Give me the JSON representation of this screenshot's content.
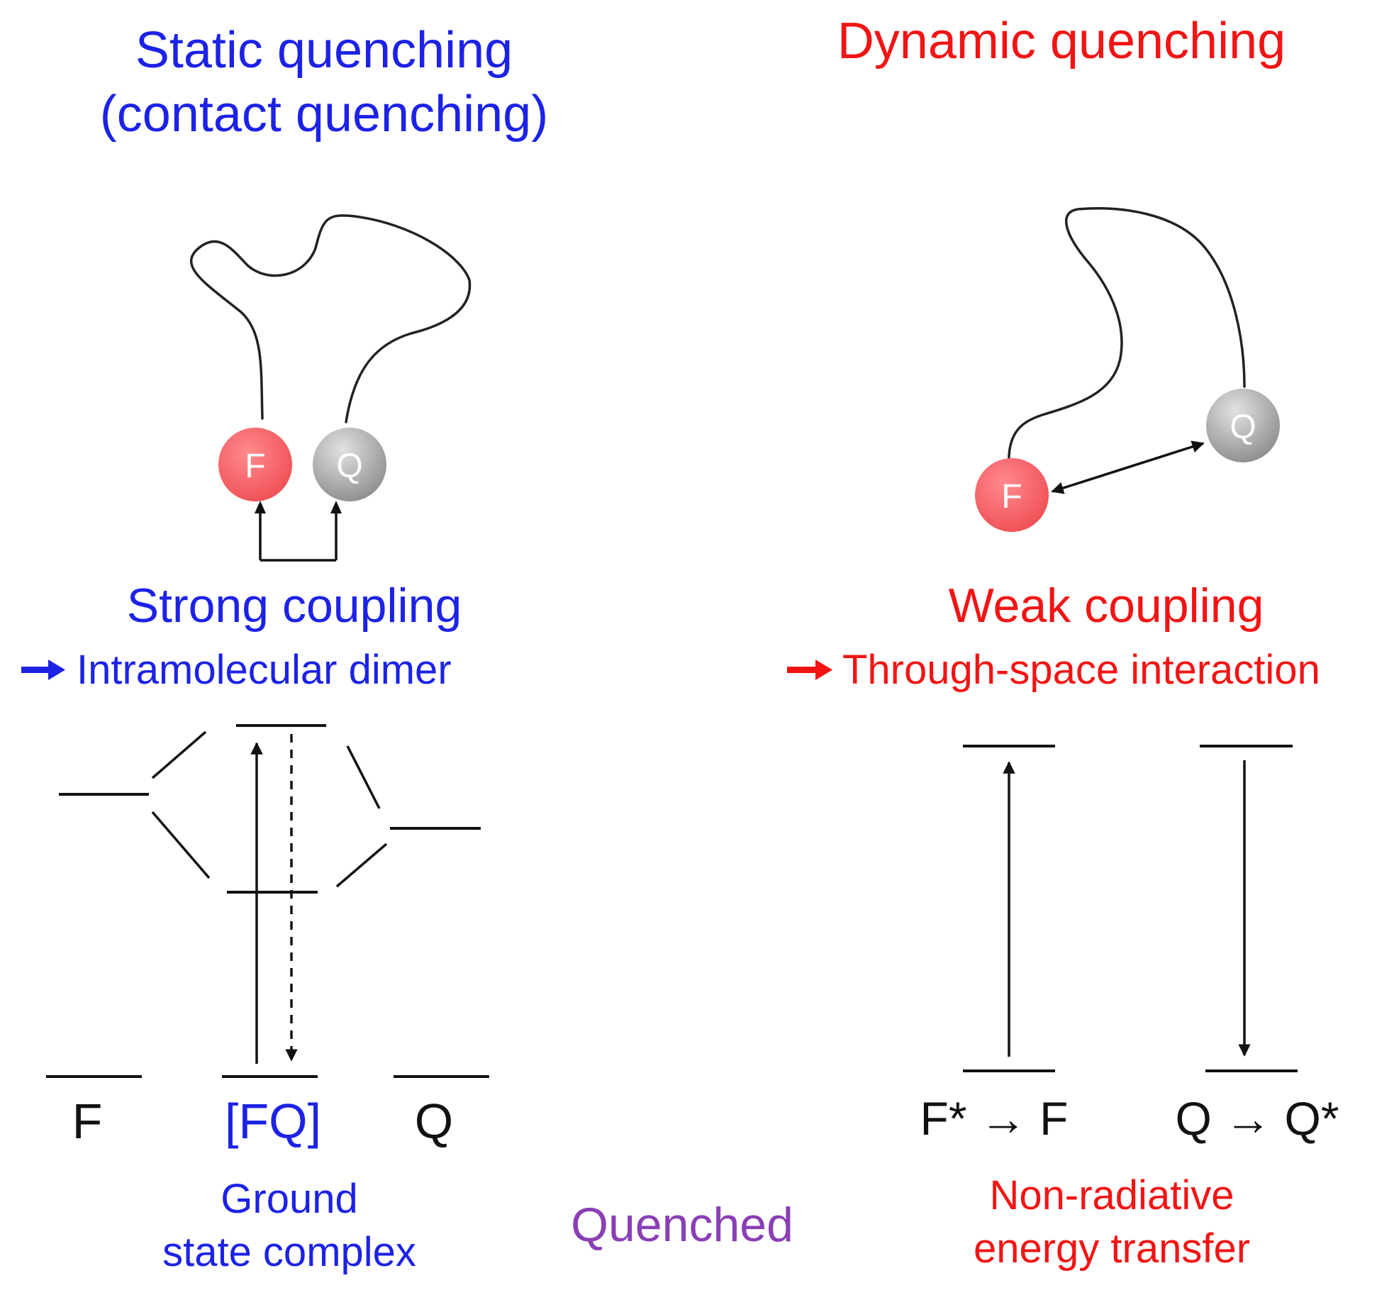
{
  "static": {
    "title_line1": "Static quenching",
    "title_line2": "(contact quenching)",
    "coupling": "Strong coupling",
    "result": "Intramolecular dimer",
    "label_f": "F",
    "label_fq": "[FQ]",
    "label_q": "Q",
    "caption_line1": "Ground",
    "caption_line2": "state complex"
  },
  "dynamic": {
    "title": "Dynamic quenching",
    "coupling": "Weak coupling",
    "result": "Through-space interaction",
    "label_f_transition": "F* → F",
    "label_q_transition": "Q → Q*",
    "caption_line1": "Non-radiative",
    "caption_line2": "energy transfer"
  },
  "center_label": "Quenched",
  "molecules": {
    "fluorophore": "F",
    "quencher": "Q"
  },
  "colors": {
    "static": "#1c22e6",
    "dynamic": "#f21414",
    "quenched": "#8a3fb5",
    "fluorophore": "#f2555a",
    "quencher": "#9d9d9d"
  }
}
